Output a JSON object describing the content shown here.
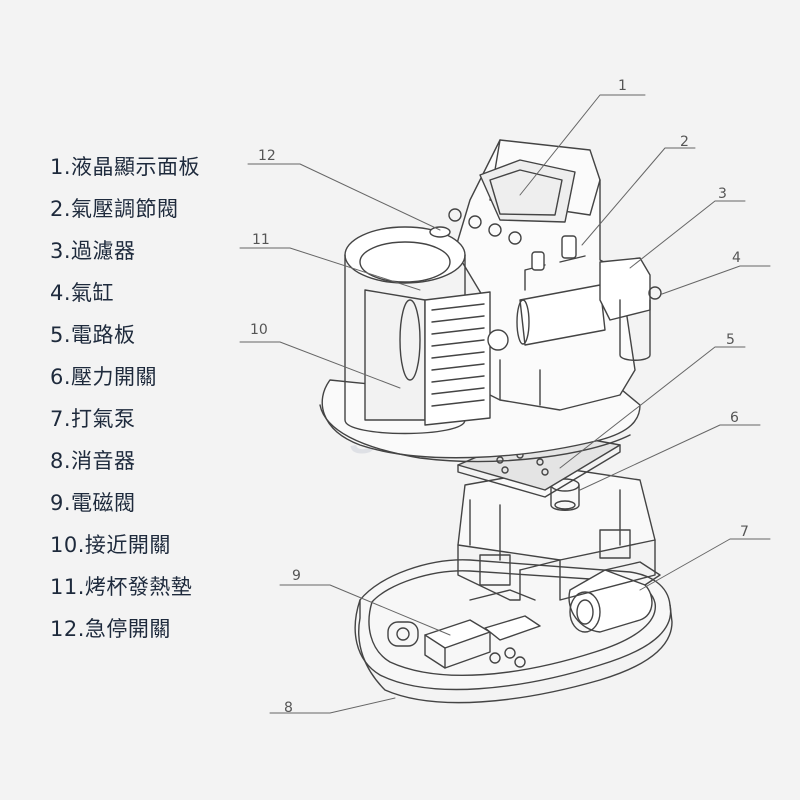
{
  "legend": [
    "1.液晶顯示面板",
    "2.氣壓調節閥",
    "3.過濾器",
    "4.氣缸",
    "5.電路板",
    "6.壓力開關",
    "7.打氣泵",
    "8.消音器",
    "9.電磁閥",
    "10.接近開關",
    "11.烤杯發熱墊",
    "12.急停開關"
  ],
  "callouts": [
    "1",
    "2",
    "3",
    "4",
    "5",
    "6",
    "7",
    "8",
    "9",
    "10",
    "11",
    "12"
  ],
  "watermark": "SUNMETA",
  "colors": {
    "background": "#f3f3f3",
    "text": "#1e2a3c",
    "line": "#444444"
  }
}
